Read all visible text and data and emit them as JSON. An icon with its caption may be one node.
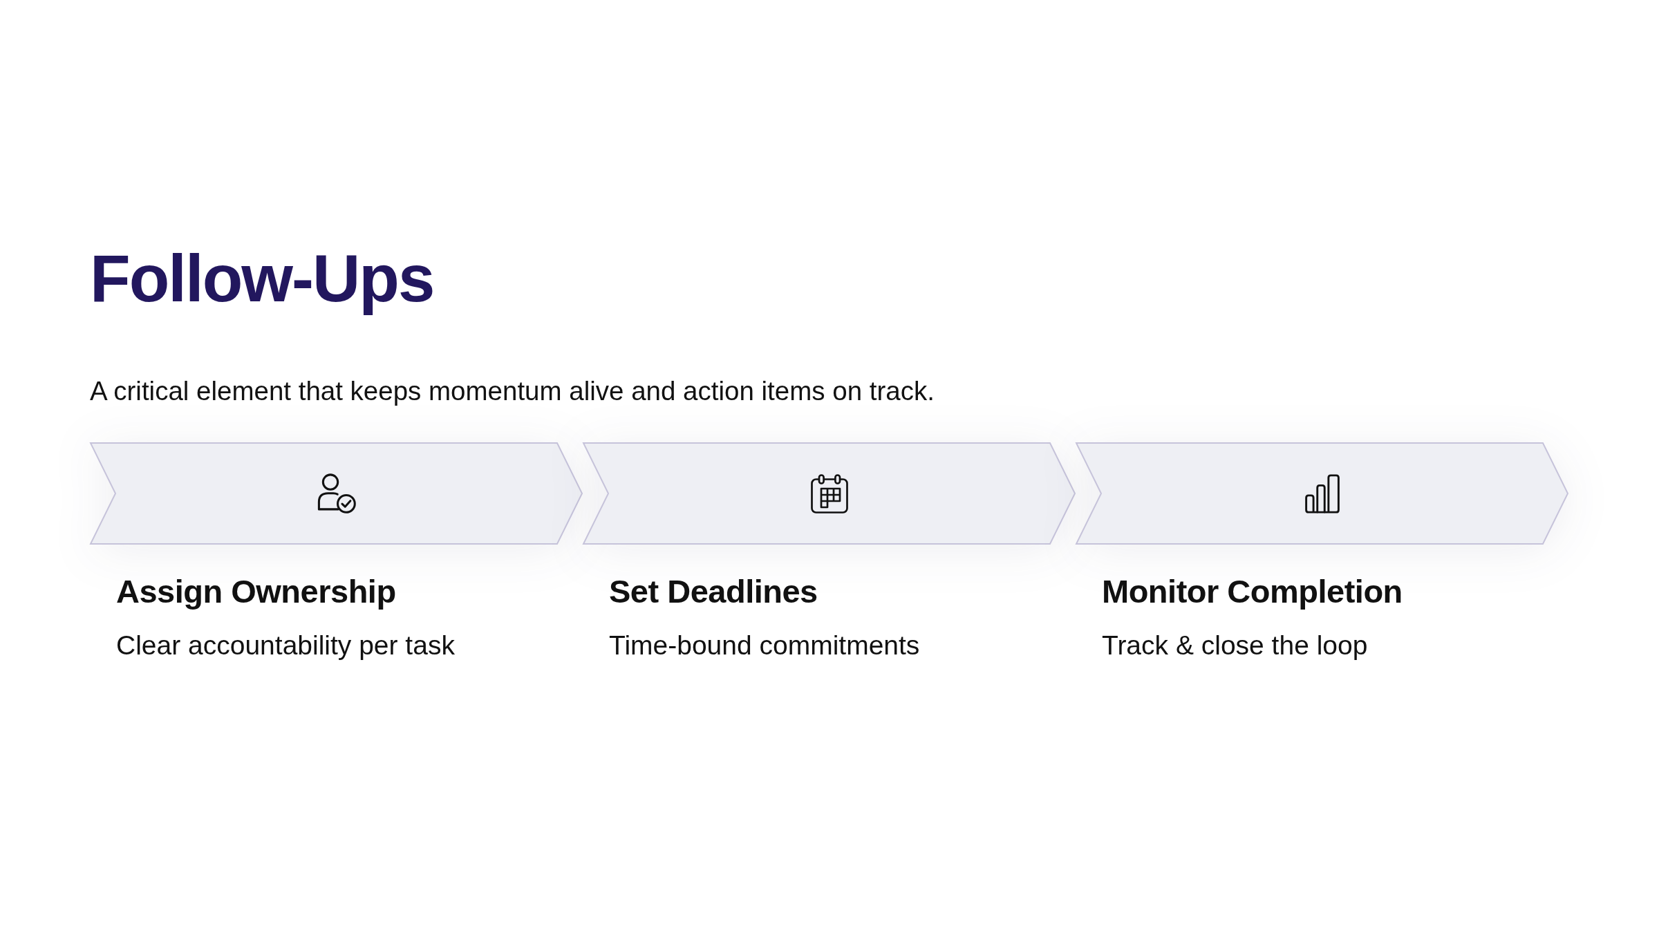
{
  "diagram": {
    "title": "Follow-Ups",
    "nodes": [
      {
        "text": [
          "Assign Ownership",
          "Clear accountability per task"
        ]
      },
      {
        "text": [
          "Set Deadlines",
          "Time-bound commitments"
        ]
      },
      {
        "text": [
          "Monitor Completion",
          "Track & close the loop"
        ]
      }
    ],
    "labels": [
      "A critical element that keeps momentum alive and action items on track."
    ]
  }
}
